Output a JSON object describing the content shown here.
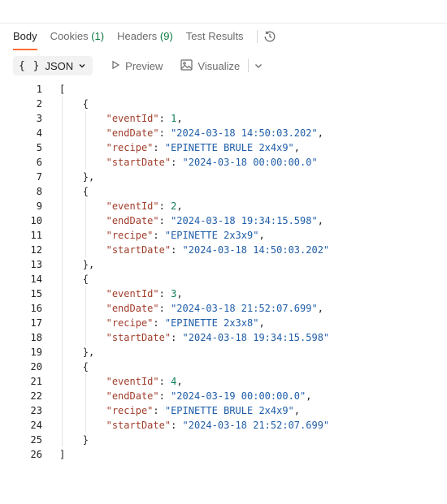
{
  "tabs": [
    {
      "label": "Body",
      "count": "",
      "active": true
    },
    {
      "label": "Cookies ",
      "count": "(1)",
      "active": false
    },
    {
      "label": "Headers ",
      "count": "(9)",
      "active": false
    },
    {
      "label": "Test Results",
      "count": "",
      "active": false
    }
  ],
  "toolbar": {
    "format_braces": "{ }",
    "format_label": "JSON",
    "preview_label": "Preview",
    "visualize_label": "Visualize"
  },
  "json_lines": [
    {
      "n": "1",
      "indent": 0,
      "tokens": [
        {
          "t": "[",
          "c": "punct"
        }
      ]
    },
    {
      "n": "2",
      "indent": 1,
      "tokens": [
        {
          "t": "{",
          "c": "punct"
        }
      ]
    },
    {
      "n": "3",
      "indent": 2,
      "tokens": [
        {
          "t": "\"eventId\"",
          "c": "key"
        },
        {
          "t": ": ",
          "c": "punct"
        },
        {
          "t": "1",
          "c": "num"
        },
        {
          "t": ",",
          "c": "punct"
        }
      ]
    },
    {
      "n": "4",
      "indent": 2,
      "tokens": [
        {
          "t": "\"endDate\"",
          "c": "key"
        },
        {
          "t": ": ",
          "c": "punct"
        },
        {
          "t": "\"2024-03-18 14:50:03.202\"",
          "c": "str"
        },
        {
          "t": ",",
          "c": "punct"
        }
      ]
    },
    {
      "n": "5",
      "indent": 2,
      "tokens": [
        {
          "t": "\"recipe\"",
          "c": "key"
        },
        {
          "t": ": ",
          "c": "punct"
        },
        {
          "t": "\"EPINETTE BRULE 2x4x9\"",
          "c": "str"
        },
        {
          "t": ",",
          "c": "punct"
        }
      ]
    },
    {
      "n": "6",
      "indent": 2,
      "tokens": [
        {
          "t": "\"startDate\"",
          "c": "key"
        },
        {
          "t": ": ",
          "c": "punct"
        },
        {
          "t": "\"2024-03-18 00:00:00.0\"",
          "c": "str"
        }
      ]
    },
    {
      "n": "7",
      "indent": 1,
      "tokens": [
        {
          "t": "},",
          "c": "punct"
        }
      ]
    },
    {
      "n": "8",
      "indent": 1,
      "tokens": [
        {
          "t": "{",
          "c": "punct"
        }
      ]
    },
    {
      "n": "9",
      "indent": 2,
      "tokens": [
        {
          "t": "\"eventId\"",
          "c": "key"
        },
        {
          "t": ": ",
          "c": "punct"
        },
        {
          "t": "2",
          "c": "num"
        },
        {
          "t": ",",
          "c": "punct"
        }
      ]
    },
    {
      "n": "10",
      "indent": 2,
      "tokens": [
        {
          "t": "\"endDate\"",
          "c": "key"
        },
        {
          "t": ": ",
          "c": "punct"
        },
        {
          "t": "\"2024-03-18 19:34:15.598\"",
          "c": "str"
        },
        {
          "t": ",",
          "c": "punct"
        }
      ]
    },
    {
      "n": "11",
      "indent": 2,
      "tokens": [
        {
          "t": "\"recipe\"",
          "c": "key"
        },
        {
          "t": ": ",
          "c": "punct"
        },
        {
          "t": "\"EPINETTE 2x3x9\"",
          "c": "str"
        },
        {
          "t": ",",
          "c": "punct"
        }
      ]
    },
    {
      "n": "12",
      "indent": 2,
      "tokens": [
        {
          "t": "\"startDate\"",
          "c": "key"
        },
        {
          "t": ": ",
          "c": "punct"
        },
        {
          "t": "\"2024-03-18 14:50:03.202\"",
          "c": "str"
        }
      ]
    },
    {
      "n": "13",
      "indent": 1,
      "tokens": [
        {
          "t": "},",
          "c": "punct"
        }
      ]
    },
    {
      "n": "14",
      "indent": 1,
      "tokens": [
        {
          "t": "{",
          "c": "punct"
        }
      ]
    },
    {
      "n": "15",
      "indent": 2,
      "tokens": [
        {
          "t": "\"eventId\"",
          "c": "key"
        },
        {
          "t": ": ",
          "c": "punct"
        },
        {
          "t": "3",
          "c": "num"
        },
        {
          "t": ",",
          "c": "punct"
        }
      ]
    },
    {
      "n": "16",
      "indent": 2,
      "tokens": [
        {
          "t": "\"endDate\"",
          "c": "key"
        },
        {
          "t": ": ",
          "c": "punct"
        },
        {
          "t": "\"2024-03-18 21:52:07.699\"",
          "c": "str"
        },
        {
          "t": ",",
          "c": "punct"
        }
      ]
    },
    {
      "n": "17",
      "indent": 2,
      "tokens": [
        {
          "t": "\"recipe\"",
          "c": "key"
        },
        {
          "t": ": ",
          "c": "punct"
        },
        {
          "t": "\"EPINETTE 2x3x8\"",
          "c": "str"
        },
        {
          "t": ",",
          "c": "punct"
        }
      ]
    },
    {
      "n": "18",
      "indent": 2,
      "tokens": [
        {
          "t": "\"startDate\"",
          "c": "key"
        },
        {
          "t": ": ",
          "c": "punct"
        },
        {
          "t": "\"2024-03-18 19:34:15.598\"",
          "c": "str"
        }
      ]
    },
    {
      "n": "19",
      "indent": 1,
      "tokens": [
        {
          "t": "},",
          "c": "punct"
        }
      ]
    },
    {
      "n": "20",
      "indent": 1,
      "tokens": [
        {
          "t": "{",
          "c": "punct"
        }
      ]
    },
    {
      "n": "21",
      "indent": 2,
      "tokens": [
        {
          "t": "\"eventId\"",
          "c": "key"
        },
        {
          "t": ": ",
          "c": "punct"
        },
        {
          "t": "4",
          "c": "num"
        },
        {
          "t": ",",
          "c": "punct"
        }
      ]
    },
    {
      "n": "22",
      "indent": 2,
      "tokens": [
        {
          "t": "\"endDate\"",
          "c": "key"
        },
        {
          "t": ": ",
          "c": "punct"
        },
        {
          "t": "\"2024-03-19 00:00:00.0\"",
          "c": "str"
        },
        {
          "t": ",",
          "c": "punct"
        }
      ]
    },
    {
      "n": "23",
      "indent": 2,
      "tokens": [
        {
          "t": "\"recipe\"",
          "c": "key"
        },
        {
          "t": ": ",
          "c": "punct"
        },
        {
          "t": "\"EPINETTE BRULE 2x4x9\"",
          "c": "str"
        },
        {
          "t": ",",
          "c": "punct"
        }
      ]
    },
    {
      "n": "24",
      "indent": 2,
      "tokens": [
        {
          "t": "\"startDate\"",
          "c": "key"
        },
        {
          "t": ": ",
          "c": "punct"
        },
        {
          "t": "\"2024-03-18 21:52:07.699\"",
          "c": "str"
        }
      ]
    },
    {
      "n": "25",
      "indent": 1,
      "tokens": [
        {
          "t": "}",
          "c": "punct"
        }
      ]
    },
    {
      "n": "26",
      "indent": 0,
      "tokens": [
        {
          "t": "]",
          "c": "punct"
        }
      ]
    }
  ],
  "colors": {
    "active_tab_underline": "#ff6c37",
    "count_green": "#0c7a3f",
    "json_key": "#a13e2c",
    "json_string": "#1f5da8",
    "json_number": "#107e59"
  },
  "icons": [
    "history-icon",
    "chevron-down-icon",
    "play-icon",
    "image-icon",
    "chevron-down-icon"
  ]
}
